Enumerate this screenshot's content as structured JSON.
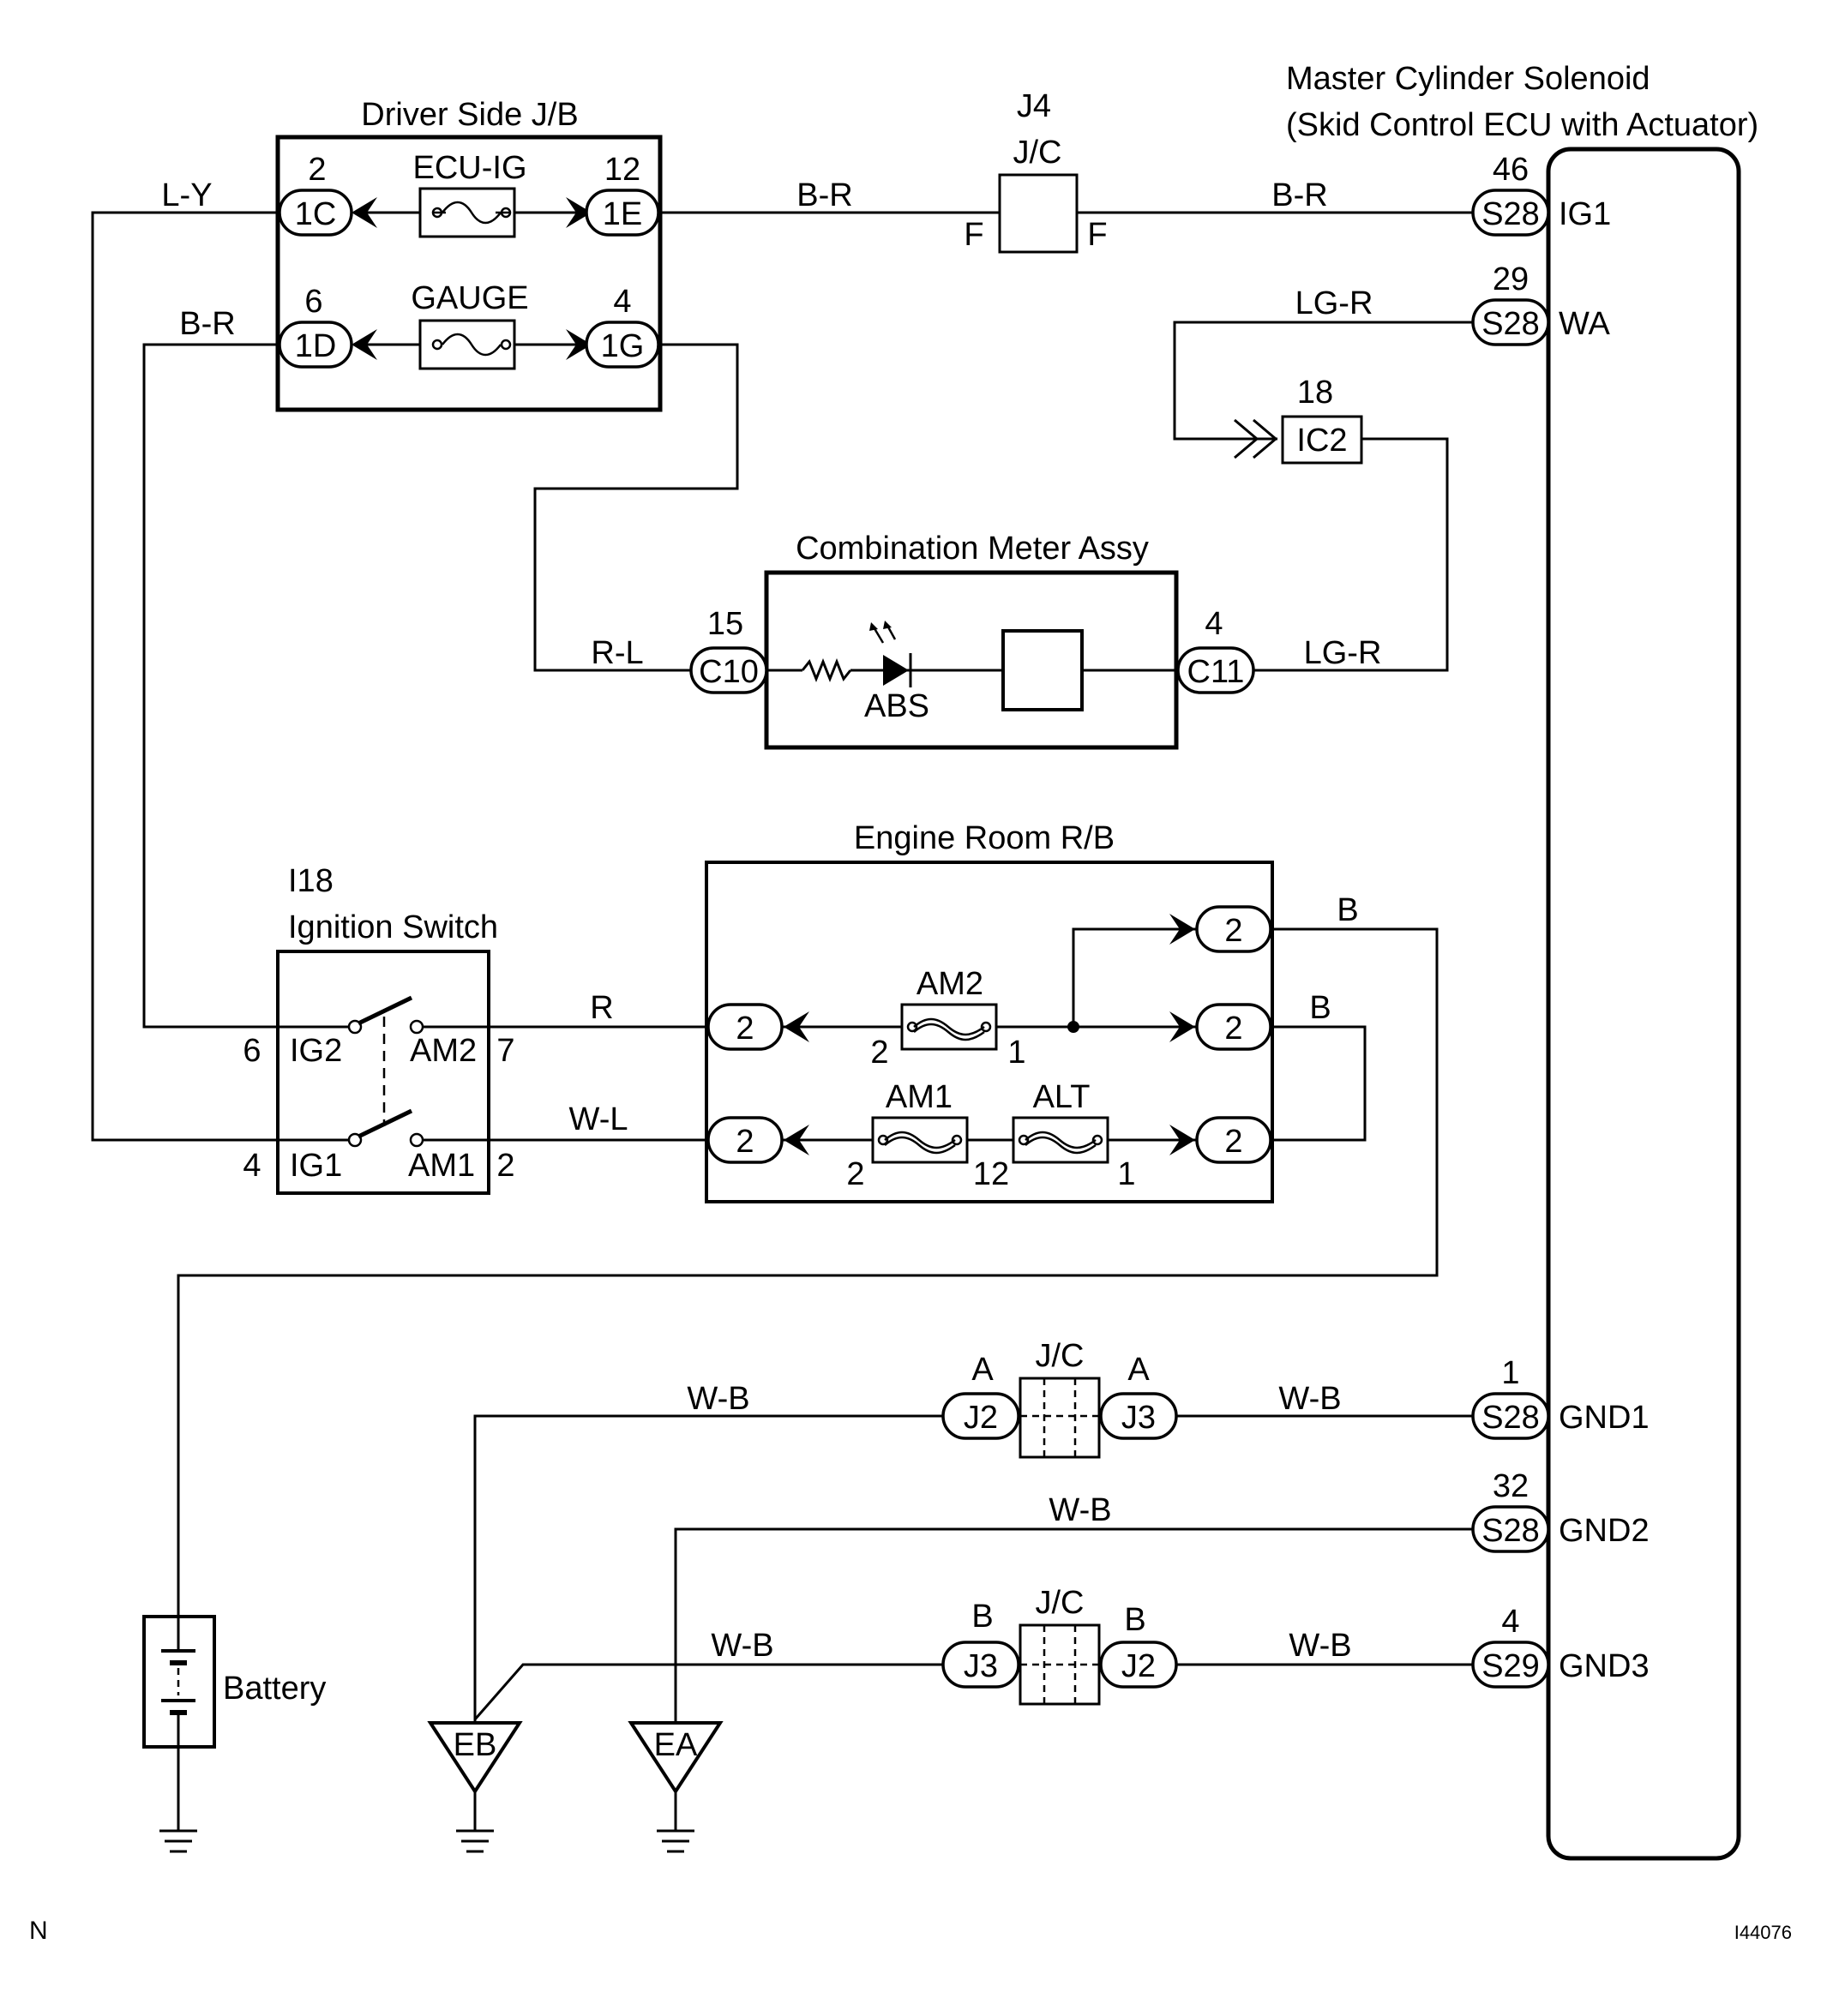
{
  "components": {
    "ecu_title_1": "Master Cylinder Solenoid",
    "ecu_title_2": "(Skid Control ECU with Actuator)",
    "driver_jb": "Driver Side J/B",
    "j4": "J4",
    "jc": "J/C",
    "combo_meter": "Combination Meter Assy",
    "engine_rb": "Engine Room R/B",
    "i18": "I18",
    "ign_switch": "Ignition Switch",
    "battery": "Battery"
  },
  "fuses": {
    "ecu_ig": "ECU-IG",
    "gauge": "GAUGE",
    "am2": "AM2",
    "am1": "AM1",
    "alt": "ALT"
  },
  "wires": {
    "ly": "L-Y",
    "br_left": "B-R",
    "br_top1": "B-R",
    "br_top2": "B-R",
    "lgr_top": "LG-R",
    "rl": "R-L",
    "lgr_mid": "LG-R",
    "b1": "B",
    "b2": "B",
    "r": "R",
    "wl": "W-L",
    "wb1": "W-B",
    "wb2": "W-B",
    "wb3": "W-B",
    "wb4": "W-B",
    "wb5": "W-B"
  },
  "connectors": {
    "c1c": "1C",
    "c1e": "1E",
    "c1d": "1D",
    "c1g": "1G",
    "s28_ig1": "S28",
    "s28_wa": "S28",
    "ic2": "IC2",
    "c10": "C10",
    "c11": "C11",
    "rb_left_top": "2",
    "rb_left_bot": "2",
    "rb_right_top": "2",
    "rb_right_mid": "2",
    "rb_right_bot": "2",
    "j2_top": "J2",
    "j3_top": "J3",
    "j3_bot": "J3",
    "j2_bot": "J2",
    "s28_gnd1": "S28",
    "s28_gnd2": "S28",
    "s29_gnd3": "S29"
  },
  "pins": {
    "p2": "2",
    "p12": "12",
    "p6": "6",
    "p4": "4",
    "p46": "46",
    "p29": "29",
    "p18": "18",
    "p15": "15",
    "p4b": "4",
    "sw6": "6",
    "sw7": "7",
    "sw4": "4",
    "sw2": "2",
    "am2_2": "2",
    "am2_1": "1",
    "am1_2": "2",
    "am1_12": "12",
    "alt_1": "1",
    "p1": "1",
    "p32": "32",
    "p4c": "4",
    "jc_a1": "A",
    "jc_a2": "A",
    "jc_b1": "B",
    "jc_b2": "B",
    "f1": "F",
    "f2": "F"
  },
  "terminals": {
    "ig1": "IG1",
    "wa": "WA",
    "gnd1": "GND1",
    "gnd2": "GND2",
    "gnd3": "GND3",
    "sw_ig2": "IG2",
    "sw_am2": "AM2",
    "sw_ig1": "IG1",
    "sw_am1": "AM1"
  },
  "labels": {
    "abs": "ABS",
    "eb": "EB",
    "ea": "EA",
    "corner_left": "N",
    "corner_right": "I44076"
  }
}
